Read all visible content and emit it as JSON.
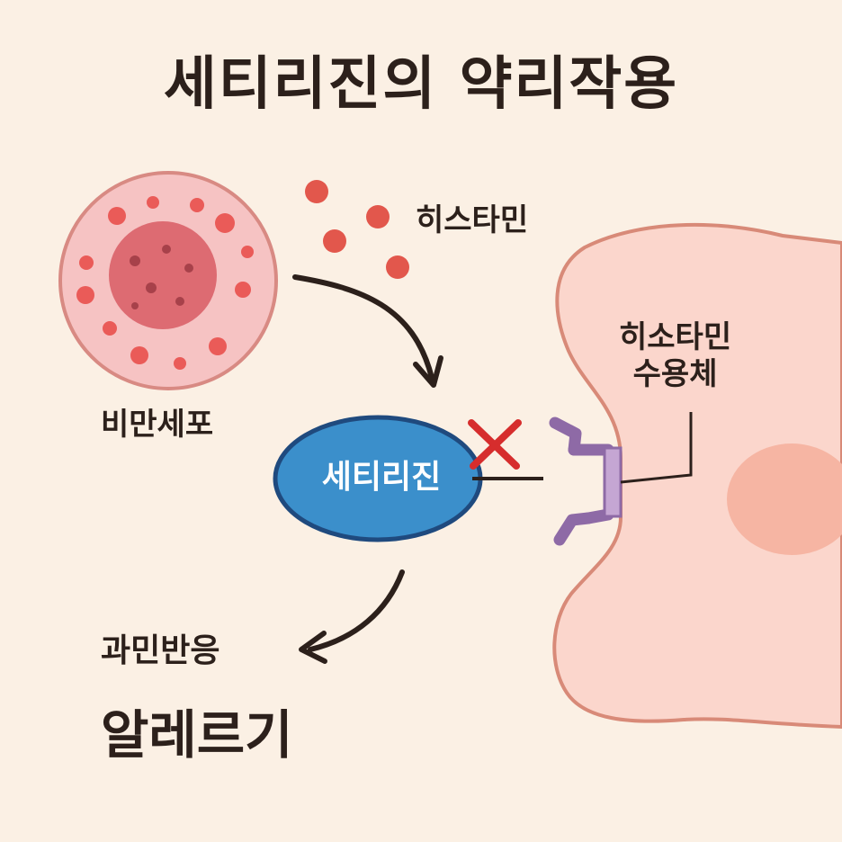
{
  "title": "세티리진의 약리작용",
  "labels": {
    "mast_cell": "비만세포",
    "histamine": "히스타민",
    "receptor_line1": "히소타민",
    "receptor_line2": "수용체",
    "drug": "세티리진",
    "allergy_reaction": "과민반응",
    "allergy": "알레르기"
  },
  "colors": {
    "background": "#fbf0e4",
    "text": "#2c201b",
    "mast_cell": "#f6c3c3",
    "histamine": "#e2574c",
    "drug": "#3b8fcb",
    "receptor": "#8e6aa6",
    "block_x": "#d62d2d",
    "target_cell": "#fbd6cc"
  },
  "icons": [
    "mast-cell",
    "histamine-granule",
    "arrow",
    "block-x-icon",
    "receptor",
    "target-cell"
  ]
}
